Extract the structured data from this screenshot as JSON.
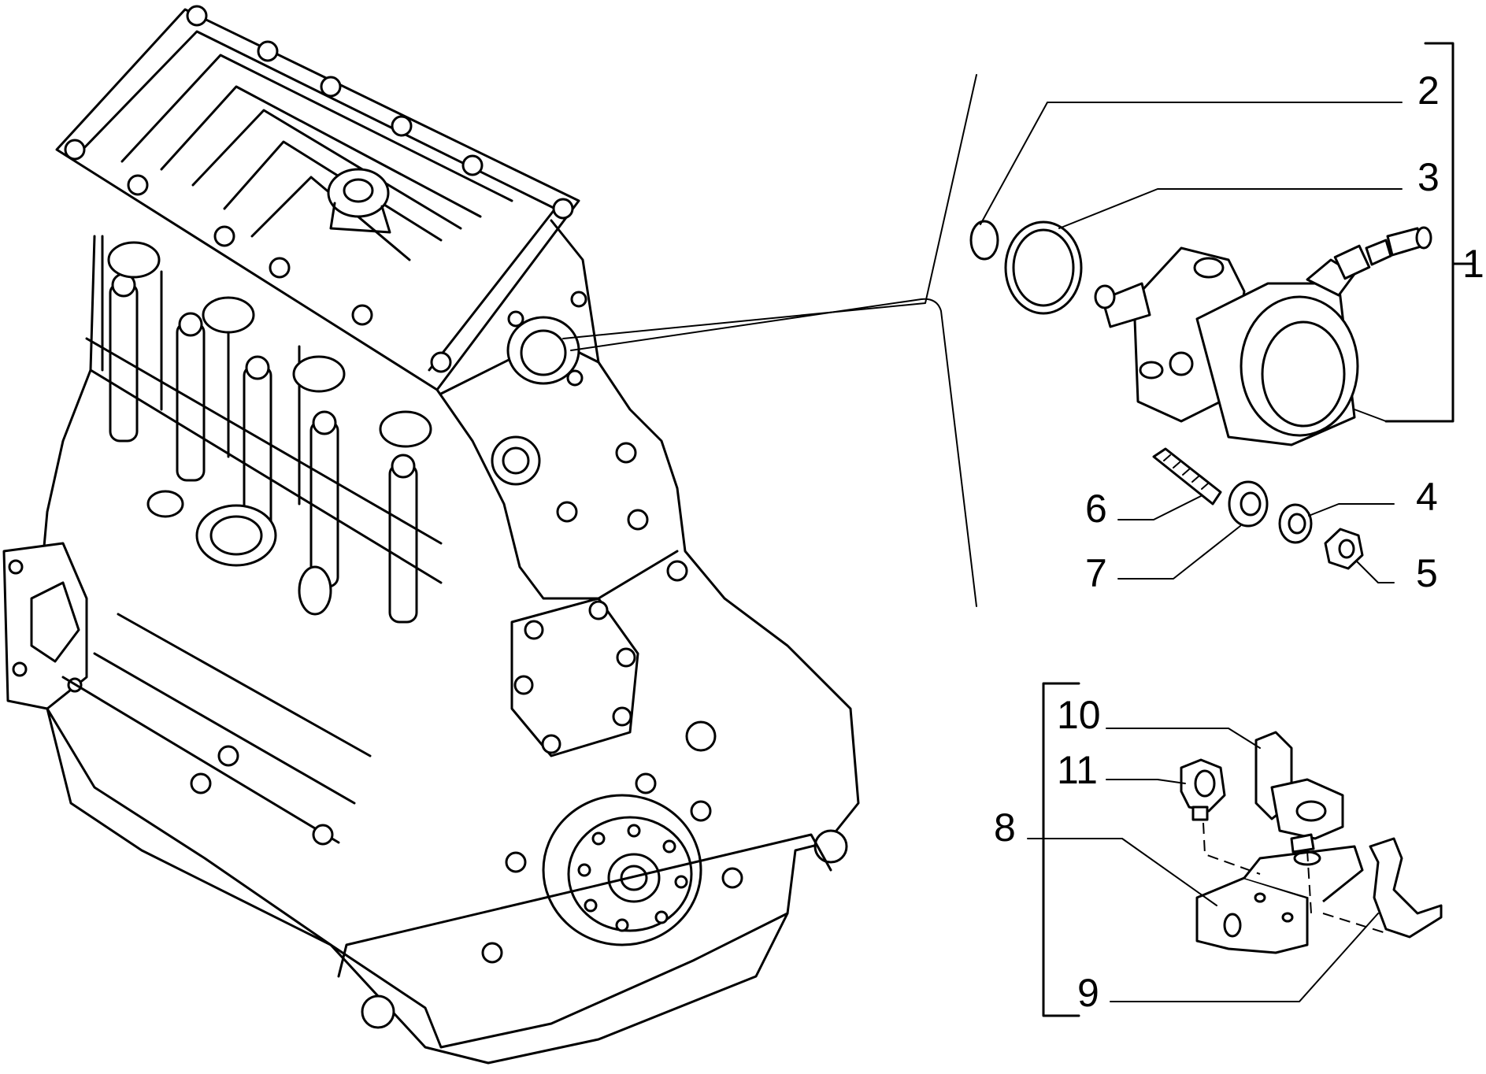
{
  "figure": {
    "callouts": {
      "c1": "1",
      "c2": "2",
      "c3": "3",
      "c4": "4",
      "c5": "5",
      "c6": "6",
      "c7": "7",
      "c8": "8",
      "c9": "9",
      "c10": "10",
      "c11": "11"
    }
  }
}
